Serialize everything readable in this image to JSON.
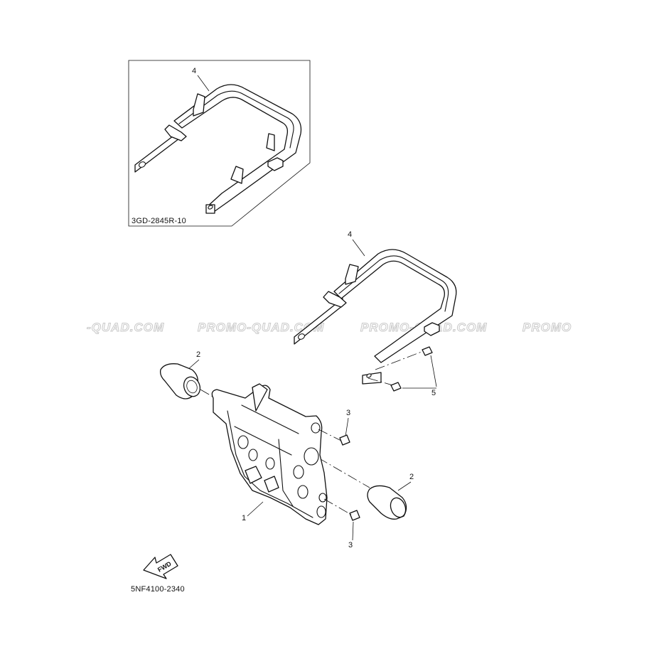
{
  "watermark": {
    "items": [
      "-QUAD.COM",
      "PROMO-QUAD.COM",
      "PROMO-QUAD.COM",
      "PROMO"
    ]
  },
  "inset": {
    "code": "3GD-2845R-10",
    "callout": "4"
  },
  "callouts": {
    "grab_bar": "4",
    "cap_left": "2",
    "cap_right": "2",
    "bolt_upper": "3",
    "bolt_lower": "3",
    "bolts_pair": "5",
    "bumper": "1"
  },
  "fwd_arrow": {
    "label": "FWD"
  },
  "diagram_code": "5NF4100-2340"
}
